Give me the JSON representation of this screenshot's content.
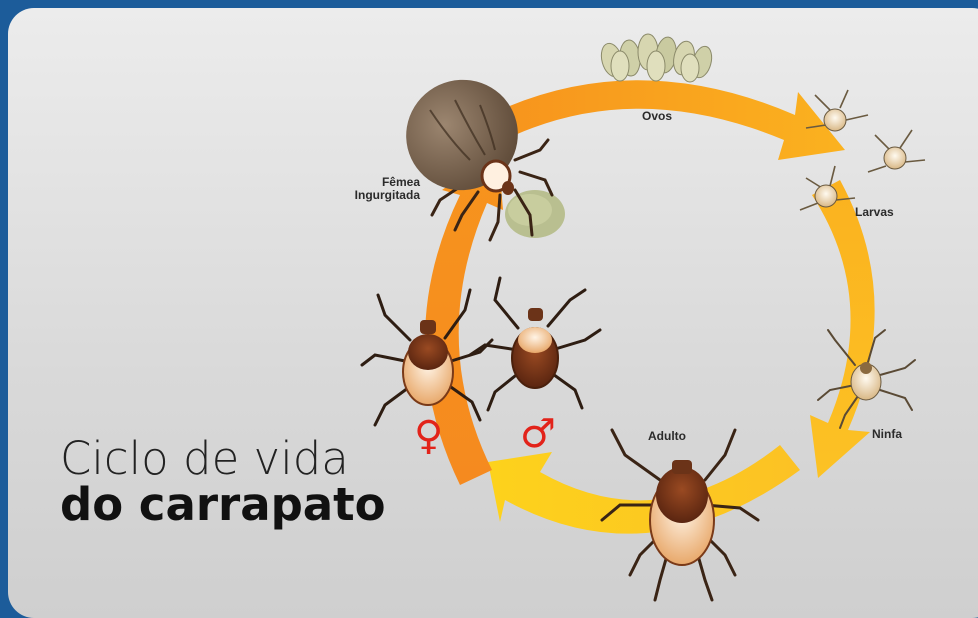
{
  "title": {
    "line1": "Ciclo de vida",
    "line2": "do carrapato"
  },
  "stages": {
    "eggs": "Ovos",
    "larvae": "Larvas",
    "nymph": "Ninfa",
    "adult": "Adulto",
    "female_line1": "Fêmea",
    "female_line2": "Ingurgitada"
  },
  "symbols": {
    "female": "♀",
    "male": "♂"
  },
  "colors": {
    "background_frame": "#1c5c9a",
    "arrow_orange": "#f7941d",
    "arrow_yellow": "#fcc224",
    "tick_brown": "#6b3318",
    "symbol_red": "#e2231a"
  }
}
